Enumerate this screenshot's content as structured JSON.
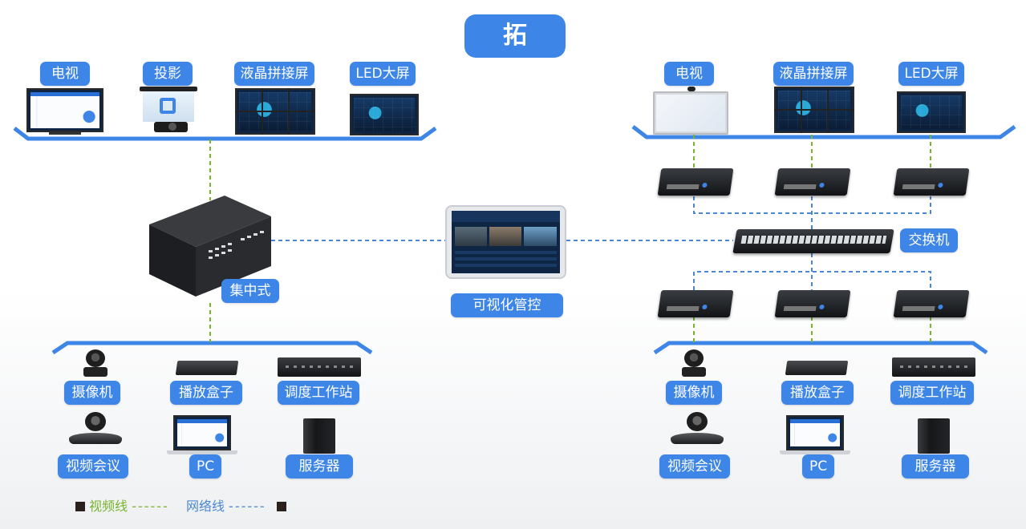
{
  "title": "拓 扑",
  "center": {
    "label": "可视化管控"
  },
  "left": {
    "top_devices": [
      "电视",
      "投影",
      "液晶拼接屏",
      "LED大屏"
    ],
    "matrix_label": "集中式",
    "bottom_devices": [
      "摄像机",
      "播放盒子",
      "调度工作站",
      "视频会议",
      "PC",
      "服务器"
    ]
  },
  "right": {
    "top_devices": [
      "电视",
      "液晶拼接屏",
      "LED大屏"
    ],
    "switch_label": "交换机",
    "bottom_devices": [
      "摄像机",
      "播放盒子",
      "调度工作站",
      "视频会议",
      "PC",
      "服务器"
    ]
  },
  "legend": {
    "video": "视频线",
    "network": "网络线"
  },
  "colors": {
    "accent": "#3d85e6",
    "video_line": "#7ab42c",
    "network_line": "#4a88d4"
  },
  "icons": [
    "tv-icon",
    "projector-icon",
    "video-wall-icon",
    "led-screen-icon",
    "matrix-icon",
    "tablet-icon",
    "switch-icon",
    "encoder-icon",
    "camera-icon",
    "media-box-icon",
    "workstation-icon",
    "conference-camera-icon",
    "laptop-icon",
    "server-icon"
  ]
}
